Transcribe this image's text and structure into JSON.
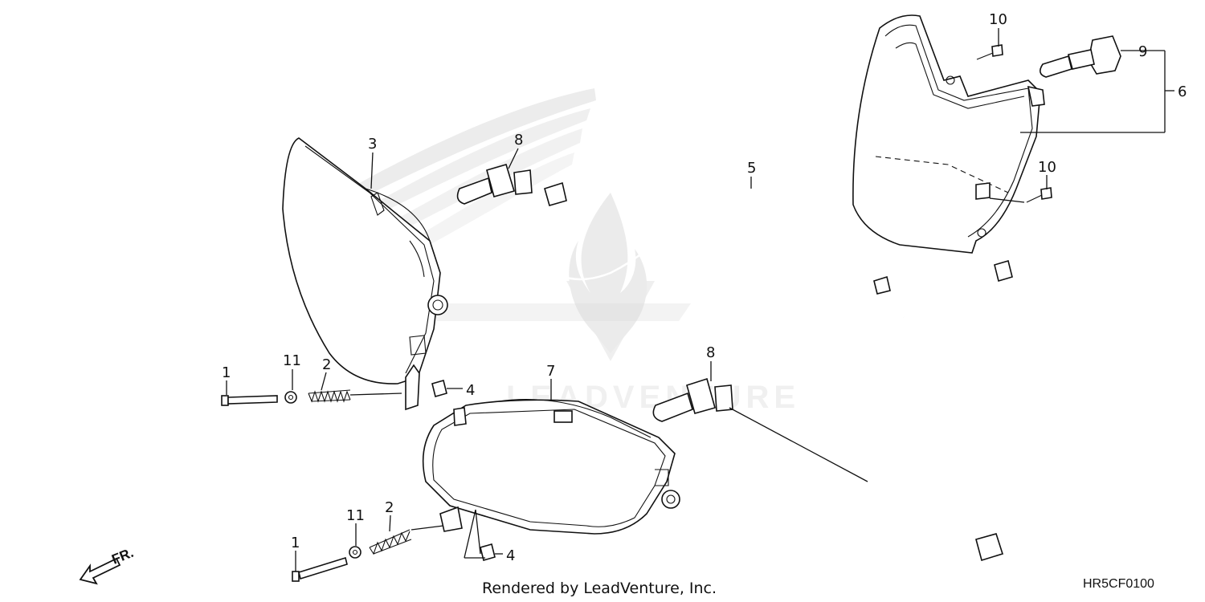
{
  "callouts": {
    "c1a": "1",
    "c1b": "1",
    "c2a": "2",
    "c2b": "2",
    "c3": "3",
    "c4a": "4",
    "c4b": "4",
    "c5": "5",
    "c6": "6",
    "c7": "7",
    "c8a": "8",
    "c8b": "8",
    "c9": "9",
    "c10a": "10",
    "c10b": "10",
    "c11a": "11",
    "c11b": "11"
  },
  "footer": {
    "rendered_by": "Rendered by LeadVenture, Inc.",
    "diagram_code": "HR5CF0100"
  },
  "front_indicator": "FR.",
  "watermark_icon": "leadventure-flame-icon",
  "brand_watermark_icon": "wing-logo-icon",
  "colors": {
    "line": "#111111",
    "watermark": "#d7d7d7",
    "background": "#ffffff"
  }
}
